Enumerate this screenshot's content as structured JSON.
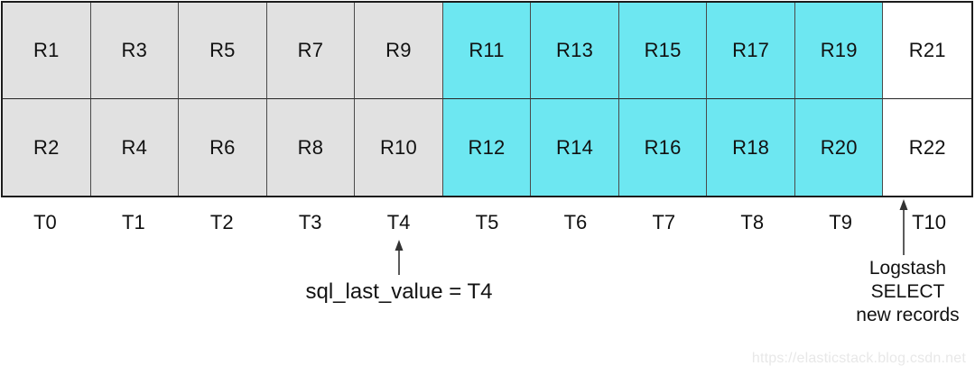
{
  "colors": {
    "gray": "#e1e1e1",
    "cyan": "#6de7f1",
    "white": "#ffffff",
    "border": "#1c1c1c",
    "arrow": "#333333",
    "watermark_text": "#e8e8e8"
  },
  "table": {
    "columns": [
      {
        "top": "R1",
        "bottom": "R2",
        "fill": "gray"
      },
      {
        "top": "R3",
        "bottom": "R4",
        "fill": "gray"
      },
      {
        "top": "R5",
        "bottom": "R6",
        "fill": "gray"
      },
      {
        "top": "R7",
        "bottom": "R8",
        "fill": "gray"
      },
      {
        "top": "R9",
        "bottom": "R10",
        "fill": "gray"
      },
      {
        "top": "R11",
        "bottom": "R12",
        "fill": "cyan"
      },
      {
        "top": "R13",
        "bottom": "R14",
        "fill": "cyan"
      },
      {
        "top": "R15",
        "bottom": "R16",
        "fill": "cyan"
      },
      {
        "top": "R17",
        "bottom": "R18",
        "fill": "cyan"
      },
      {
        "top": "R19",
        "bottom": "R20",
        "fill": "cyan"
      },
      {
        "top": "R21",
        "bottom": "R22",
        "fill": "white"
      }
    ]
  },
  "timeline": {
    "labels": [
      "T0",
      "T1",
      "T2",
      "T3",
      "T4",
      "T5",
      "T6",
      "T7",
      "T8",
      "T9",
      "T10"
    ]
  },
  "annotations": {
    "sql_last_value": {
      "text": "sql_last_value = T4",
      "points_to": "T4"
    },
    "logstash": {
      "lines": [
        "Logstash",
        "SELECT",
        "new records"
      ],
      "points_to": "T10"
    }
  },
  "watermark": "https://elasticstack.blog.csdn.net"
}
